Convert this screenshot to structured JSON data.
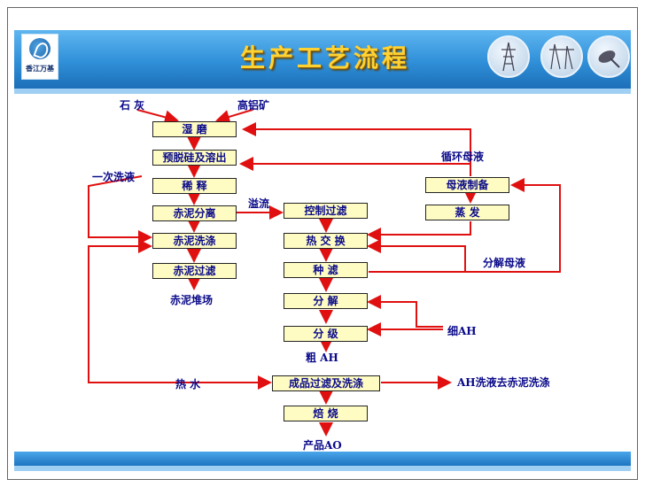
{
  "header": {
    "logo_text": "香江万基",
    "title": "生产工艺流程"
  },
  "nodes": {
    "wet_grinding": "湿 磨",
    "predesilication": "预脱硅及溶出",
    "dilution": "稀 释",
    "red_mud_separation": "赤泥分离",
    "red_mud_washing": "赤泥洗涤",
    "red_mud_filtration": "赤泥过滤",
    "control_filtration": "控制过滤",
    "heat_exchange": "热 交 换",
    "seed_filtration": "种 滤",
    "decomposition": "分 解",
    "classification": "分 级",
    "product_filtration": "成品过滤及洗涤",
    "calcination": "焙 烧",
    "mother_liquor_prep": "母液制备",
    "evaporation": "蒸 发"
  },
  "labels": {
    "lime": "石 灰",
    "bauxite": "高铝矿",
    "first_wash": "一次洗液",
    "overflow": "溢流",
    "red_mud_yard": "赤泥堆场",
    "recycle_liquor": "循环母液",
    "spent_liquor": "分解母液",
    "fine_ah": "细AH",
    "coarse_ah": "粗 AH",
    "hot_water": "热 水",
    "ah_wash": "AH洗液去赤泥洗涤",
    "product": "产品AO"
  }
}
